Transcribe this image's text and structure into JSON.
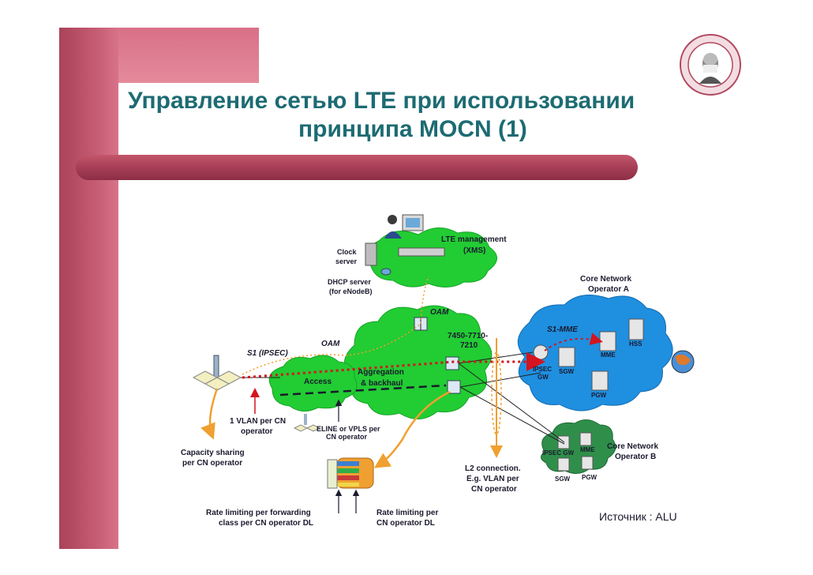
{
  "slide": {
    "title_line1": "Управление  сетью LTE при использовании",
    "title_line2": "принципа MOCN (1)",
    "source": "Источник : ALU"
  },
  "colors": {
    "title": "#1d6b73",
    "band": "#c45b72",
    "cloud_green": "#22cc33",
    "cloud_blue": "#1f8fe0",
    "cloud_dark_green": "#2f8f4a",
    "arrow_orange": "#f0a030",
    "dotted_red": "#d4141e"
  },
  "diagram": {
    "lte_management": "LTE management",
    "xms": "(XMS)",
    "clock": "Clock",
    "server": "server",
    "dhcp": "DHCP server",
    "dhcp2": "(for eNodeB)",
    "oam_top": "OAM",
    "oam_left": "OAM",
    "s1_ipsec": "S1 (IPSEC)",
    "node_id1": "7450-7710-",
    "node_id2": "7210",
    "access": "Access",
    "aggregation1": "Aggregation",
    "aggregation2": "& backhaul",
    "core_a1": "Core Network",
    "core_a2": "Operator A",
    "s1_mme": "S1-MME",
    "hss": "HSS",
    "mme_a": "MME",
    "ipsec_a": "IPSEC",
    "gw_a": "GW",
    "sgw_a": "SGW",
    "pgw_a": "PGW",
    "vlan1": "1 VLAN per CN",
    "vlan2": "operator",
    "eline1": "ELINE or VPLS per",
    "eline2": "CN operator",
    "capacity1": "Capacity sharing",
    "capacity2": "per CN operator",
    "l2_1": "L2 connection.",
    "l2_2": "E.g. VLAN per",
    "l2_3": "CN operator",
    "core_b1": "Core Network",
    "core_b2": "Operator B",
    "ipsec_gw_b": "IPSEC GW",
    "mme_b": "MME",
    "sgw_b": "SGW",
    "pgw_b": "PGW",
    "rate_fwd1": "Rate limiting per forwarding",
    "rate_fwd2": "class per CN operator DL",
    "rate_cn1": "Rate limiting per",
    "rate_cn2": "CN operator DL"
  }
}
